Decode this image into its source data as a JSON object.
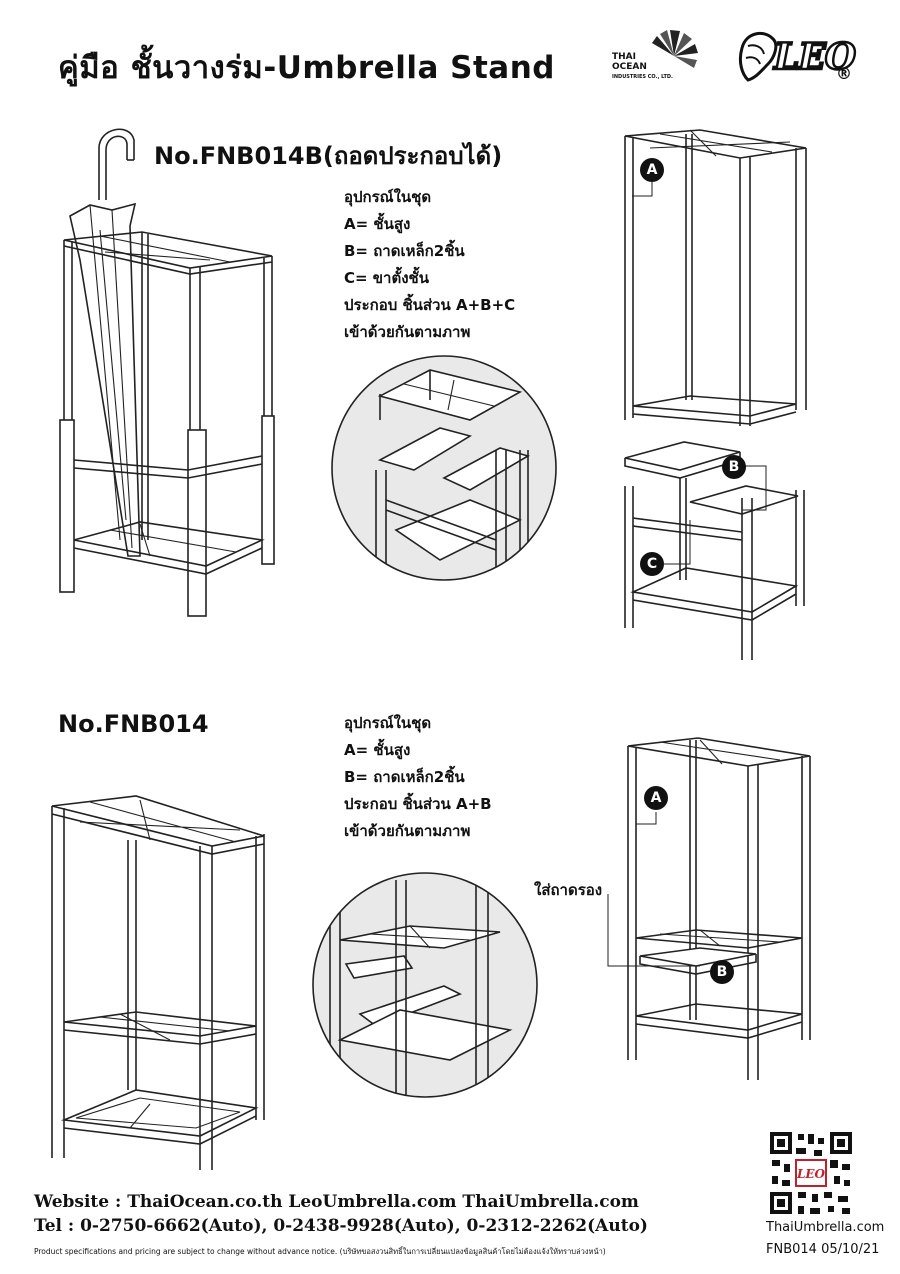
{
  "header": {
    "title": "คู่มือ ชั้นวางร่ม-Umbrella Stand",
    "brand_thai_ocean": [
      "THAI",
      "OCEAN",
      "INDUSTRIES CO., LTD."
    ],
    "brand_leo": "LEO",
    "registered": "®"
  },
  "section1": {
    "model": "No.FNB014B(ถอดประกอบได้)",
    "parts_title": "อุปกรณ์ในชุด",
    "parts": [
      "A= ชั้นสูง",
      "B= ถาดเหล็ก2ชิ้น",
      "C= ขาตั้งชั้น",
      "ประกอบ ชิ้นส่วน A+B+C",
      "เข้าด้วยกันตามภาพ"
    ],
    "badges": [
      "A",
      "B",
      "C"
    ]
  },
  "section2": {
    "model": "No.FNB014",
    "parts_title": "อุปกรณ์ในชุด",
    "parts": [
      "A= ชั้นสูง",
      "B= ถาดเหล็ก2ชิ้น",
      "ประกอบ ชิ้นส่วน A+B",
      "เข้าด้วยกันตามภาพ"
    ],
    "tray_label": "ใส่ถาดรอง",
    "badges": [
      "A",
      "B"
    ]
  },
  "footer": {
    "website": "Website : ThaiOcean.co.th  LeoUmbrella.com  ThaiUmbrella.com",
    "tel": "Tel : 0-2750-6662(Auto), 0-2438-9928(Auto), 0-2312-2262(Auto)",
    "note": "Product specifications and pricing are subject to change without advance notice.  (บริษัทขอสงวนสิทธิ์ในการเปลี่ยนแปลงข้อมูลสินค้าโดยไม่ต้องแจ้งให้ทราบล่วงหน้า)",
    "qr_site": "ThaiUmbrella.com",
    "doc_code": "FNB014 05/10/21"
  }
}
